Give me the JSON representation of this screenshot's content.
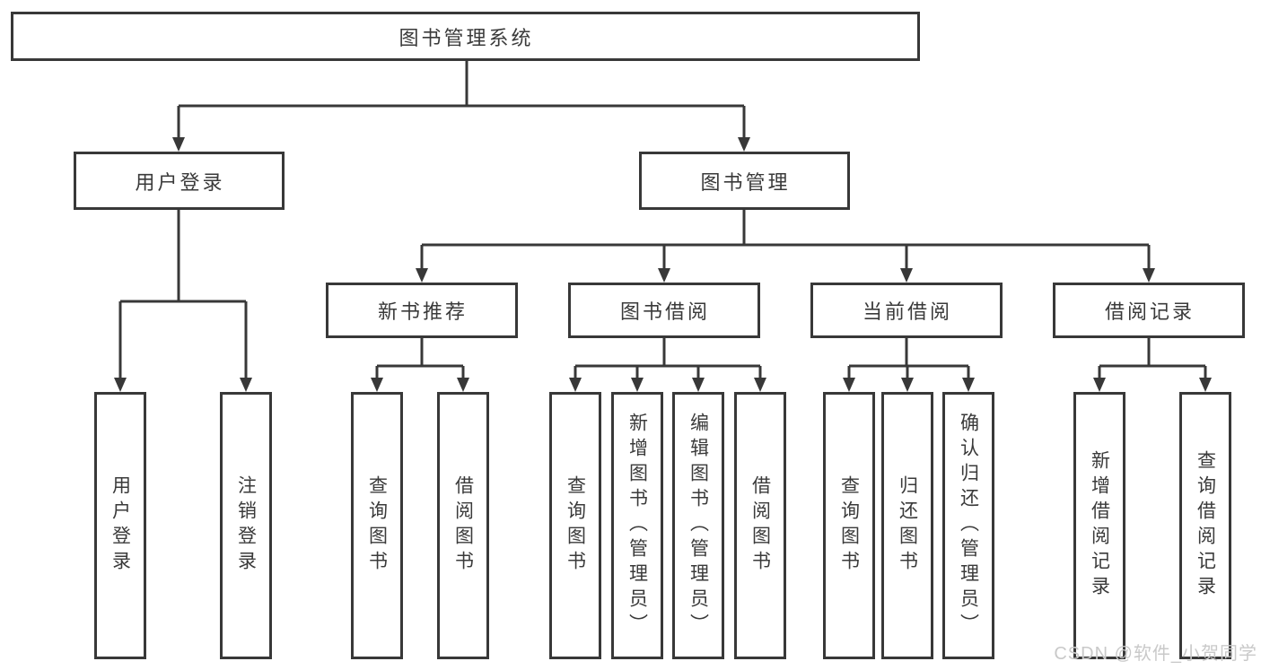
{
  "colors": {
    "line": "#383838",
    "text": "#3a3a3a",
    "background": "#ffffff"
  },
  "watermark": {
    "text": "CSDN @软件_小贺同学",
    "color": "#c9c9c9"
  },
  "nodes": {
    "root": "图书管理系统",
    "level2": [
      "用户登录",
      "图书管理"
    ],
    "level3": [
      "新书推荐",
      "图书借阅",
      "当前借阅",
      "借阅记录"
    ],
    "leaves": {
      "user_login": [
        "用户登录",
        "注销登录"
      ],
      "new_book": [
        "查询图书",
        "借阅图书"
      ],
      "borrow": [
        "查询图书",
        "新增图书（管理员）",
        "编辑图书（管理员）",
        "借阅图书"
      ],
      "current": [
        "查询图书",
        "归还图书",
        "确认归还（管理员）"
      ],
      "records": [
        "新增借阅记录",
        "查询借阅记录"
      ]
    }
  }
}
